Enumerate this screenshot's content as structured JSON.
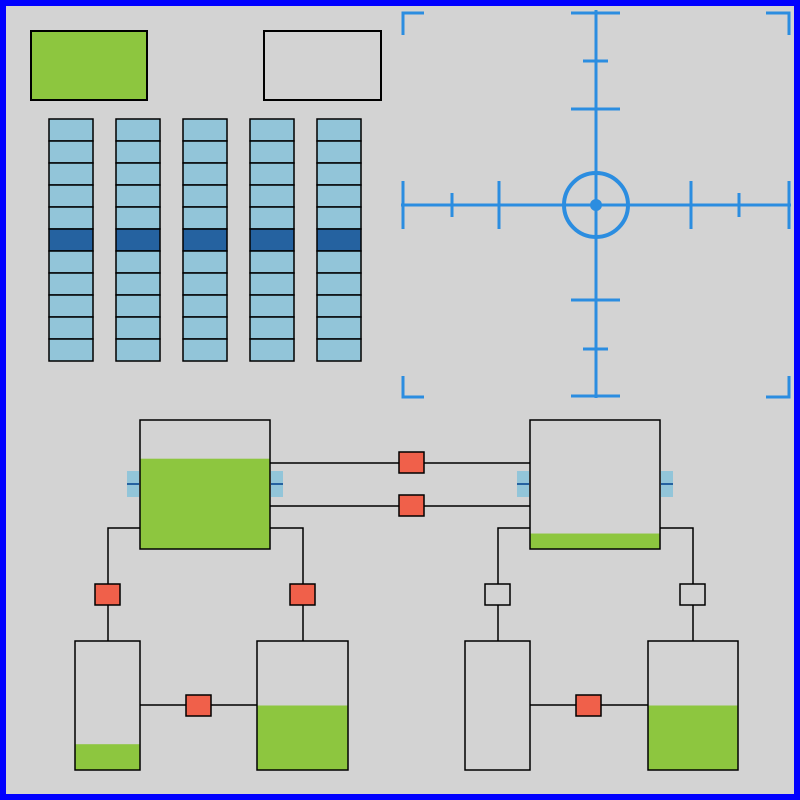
{
  "colors": {
    "background": "#d3d3d3",
    "frame": "#0000ff",
    "corner_mark": "#ff0000",
    "indicator_on": "#8dc63f",
    "indicator_off": "#d3d3d3",
    "cell": "#92c5d9",
    "cell_selected": "#2562a0",
    "crosshair": "#2b8de0",
    "fluid": "#8dc63f",
    "valve_open": "#f0604a",
    "valve_closed": "#d3d3d3",
    "stroke": "#000000"
  },
  "status_indicators": [
    {
      "name": "indicator-left",
      "state": "on"
    },
    {
      "name": "indicator-right",
      "state": "off"
    }
  ],
  "column_grid": {
    "columns": 5,
    "rows": 11,
    "selected_row": 5
  },
  "crosshair": {
    "icon": "crosshair-target-icon"
  },
  "tanks": [
    {
      "name": "tank-source-left",
      "fill_level": 0.7
    },
    {
      "name": "tank-source-right",
      "fill_level": 0.12
    },
    {
      "name": "tank-bottom-1",
      "fill_level": 0.2
    },
    {
      "name": "tank-bottom-2",
      "fill_level": 0.5
    },
    {
      "name": "tank-bottom-3",
      "fill_level": 0.0
    },
    {
      "name": "tank-bottom-4",
      "fill_level": 0.5
    }
  ],
  "valves": [
    {
      "name": "valve-top-upper",
      "state": "open"
    },
    {
      "name": "valve-top-lower",
      "state": "open"
    },
    {
      "name": "valve-left-a",
      "state": "open"
    },
    {
      "name": "valve-left-b",
      "state": "open"
    },
    {
      "name": "valve-right-a",
      "state": "closed"
    },
    {
      "name": "valve-right-b",
      "state": "closed"
    },
    {
      "name": "valve-bottom-left",
      "state": "open"
    },
    {
      "name": "valve-bottom-right",
      "state": "open"
    }
  ]
}
